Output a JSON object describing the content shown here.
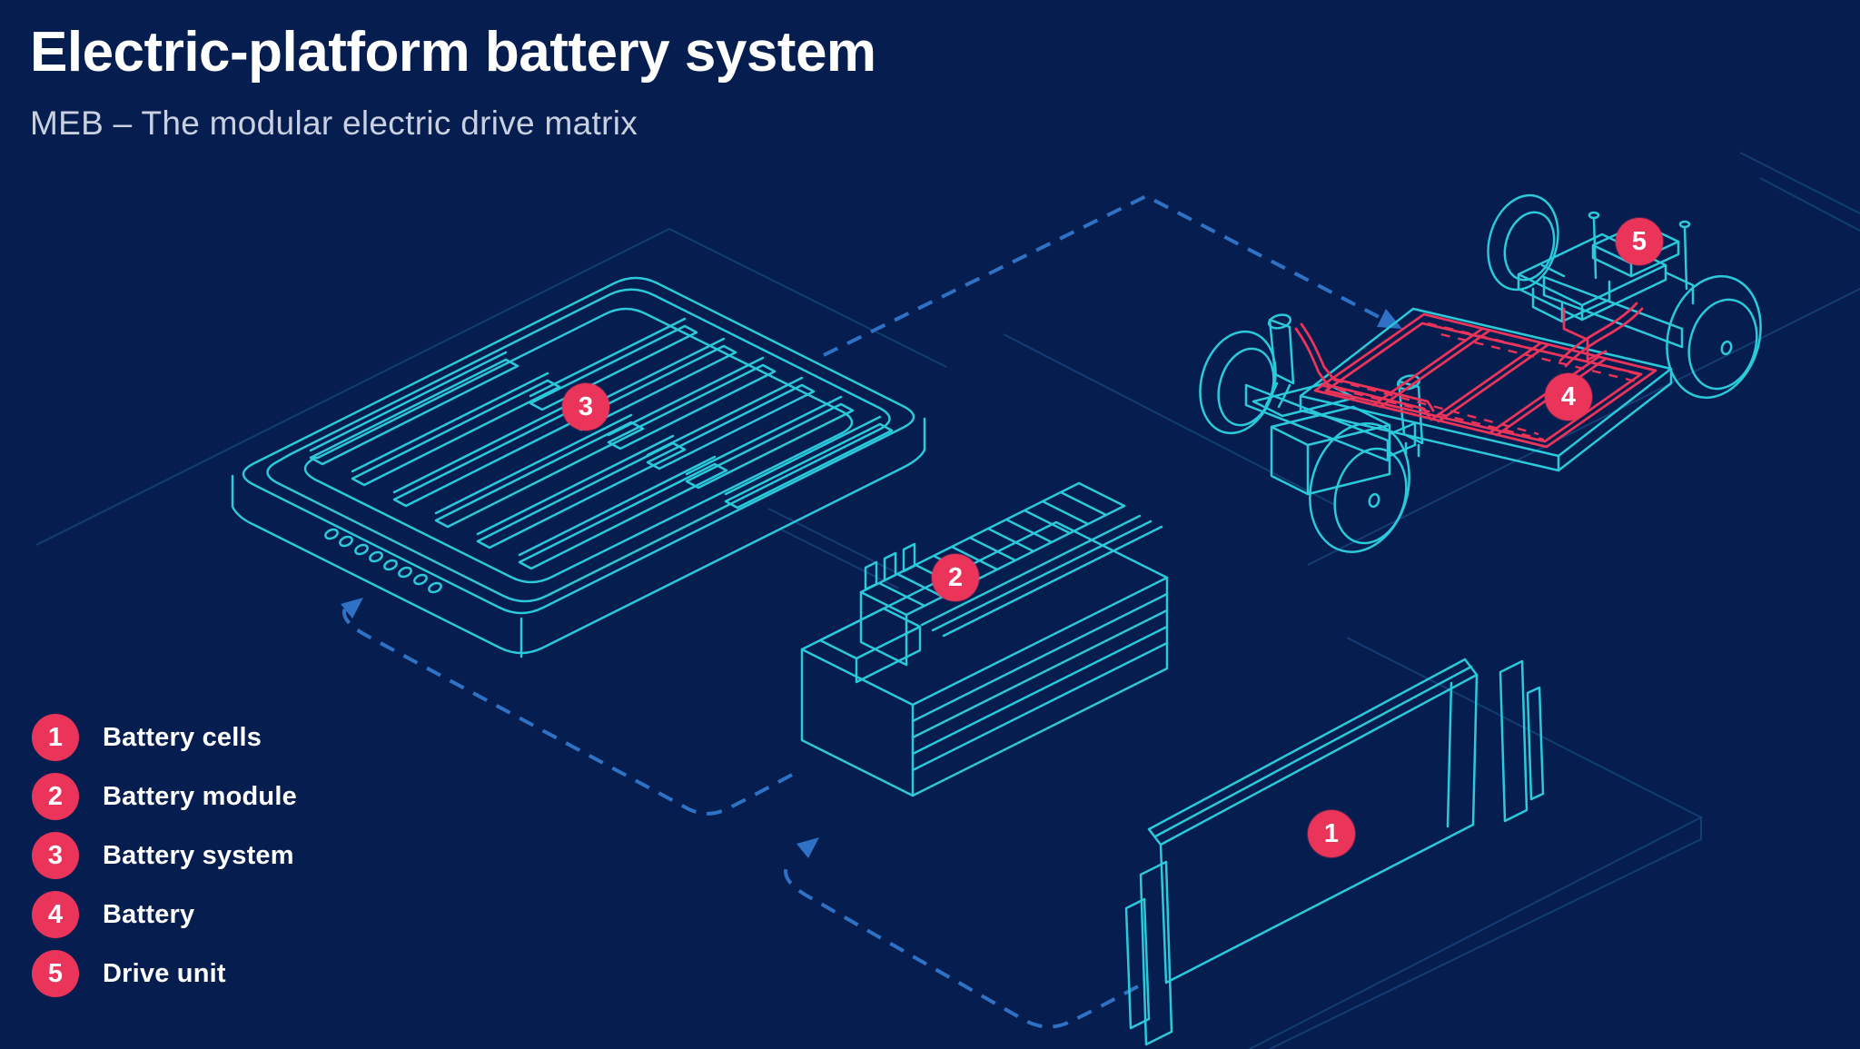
{
  "header": {
    "title": "Electric-platform battery system",
    "subtitle": "MEB – The modular electric drive matrix"
  },
  "legend": {
    "items": [
      {
        "number": "1",
        "label": "Battery cells"
      },
      {
        "number": "2",
        "label": "Battery module"
      },
      {
        "number": "3",
        "label": "Battery system"
      },
      {
        "number": "4",
        "label": "Battery"
      },
      {
        "number": "5",
        "label": "Drive unit"
      }
    ]
  },
  "diagram": {
    "markers": [
      {
        "number": "1"
      },
      {
        "number": "2"
      },
      {
        "number": "3"
      },
      {
        "number": "4"
      },
      {
        "number": "5"
      }
    ]
  },
  "colors": {
    "background": "#051d4f",
    "line_cyan": "#2bc9da",
    "accent_pink": "#ea3459",
    "dash_blue": "#2f72c5",
    "floor_line": "#1d4e86",
    "text_white": "#ffffff",
    "subtitle_text": "#c9d0e0"
  }
}
